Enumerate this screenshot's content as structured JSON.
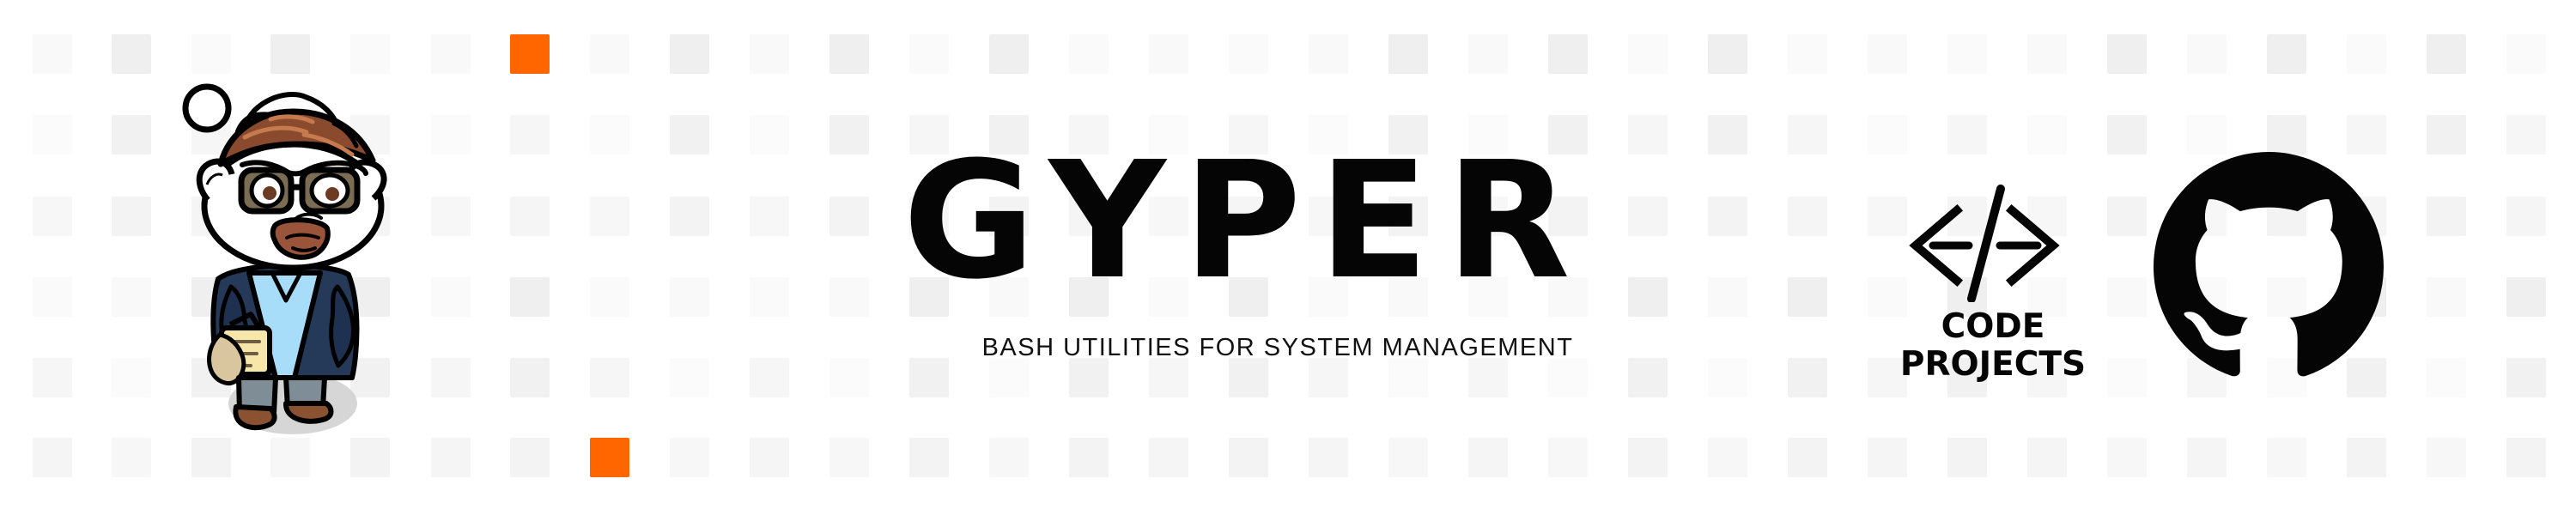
{
  "banner": {
    "title": "GYPER",
    "subtitle": "BASH UTILITIES FOR SYSTEM MANAGEMENT"
  },
  "code_projects": {
    "line1": "CODE",
    "line2": "PROJECTS",
    "icon": "code-brackets-icon"
  },
  "github": {
    "icon": "github-logo-icon"
  },
  "mascot": {
    "icon": "cartoon-mascot"
  },
  "colors": {
    "background": "#ffffff",
    "text": "#050505",
    "accent": "#ff6600",
    "tile": "#ededed"
  }
}
